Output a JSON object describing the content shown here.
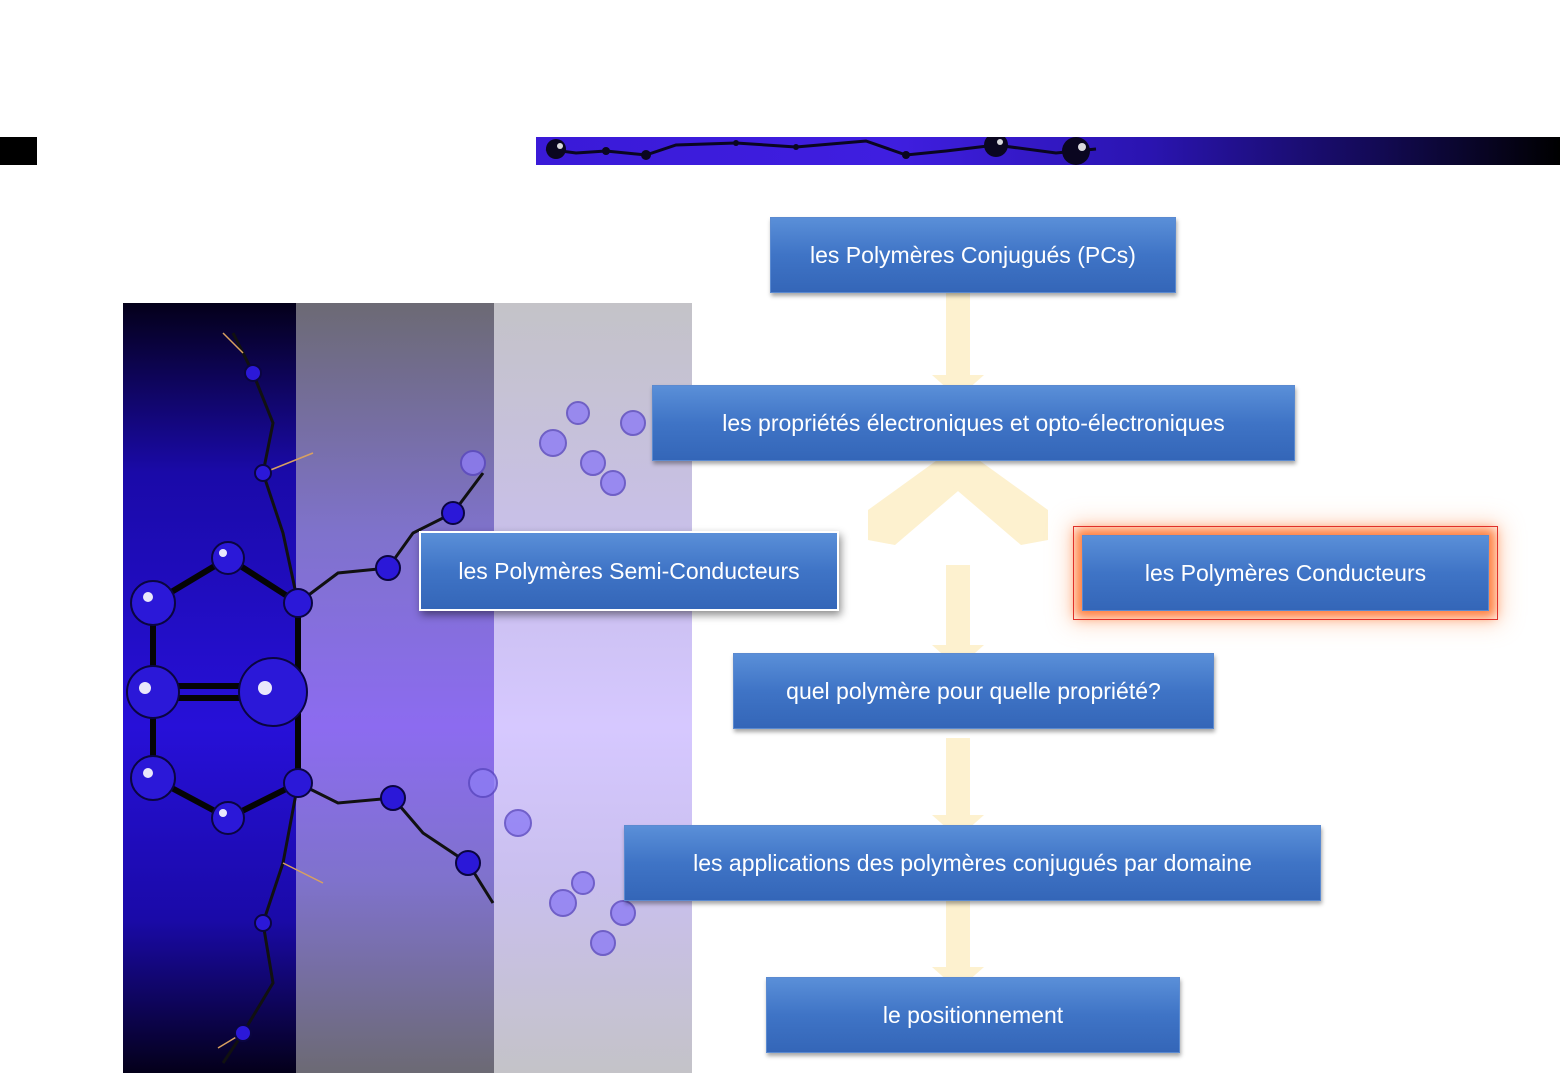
{
  "colors": {
    "box_fill": "#3f74c6",
    "box_text": "#ffffff",
    "arrow": "#fdf1cf",
    "highlight_glow": "#ff7a30",
    "banner_accent": "#3f1ee0"
  },
  "diagram": {
    "nodes": [
      {
        "id": "pcs",
        "label": "les Polymères Conjugués (PCs)"
      },
      {
        "id": "props",
        "label": "les propriétés électroniques et opto-électroniques"
      },
      {
        "id": "semi",
        "label": "les Polymères Semi-Conducteurs"
      },
      {
        "id": "cond",
        "label": "les Polymères Conducteurs"
      },
      {
        "id": "choice",
        "label": "quel polymère pour quelle propriété?"
      },
      {
        "id": "apps",
        "label": "les applications des polymères conjugués par domaine"
      },
      {
        "id": "position",
        "label": "le positionnement"
      }
    ],
    "edges": [
      {
        "from": "pcs",
        "to": "props"
      },
      {
        "from": "props",
        "to": "semi"
      },
      {
        "from": "props",
        "to": "cond"
      },
      {
        "from": "semi",
        "to": "choice"
      },
      {
        "from": "choice",
        "to": "apps"
      },
      {
        "from": "apps",
        "to": "position"
      }
    ],
    "highlighted": "cond"
  }
}
